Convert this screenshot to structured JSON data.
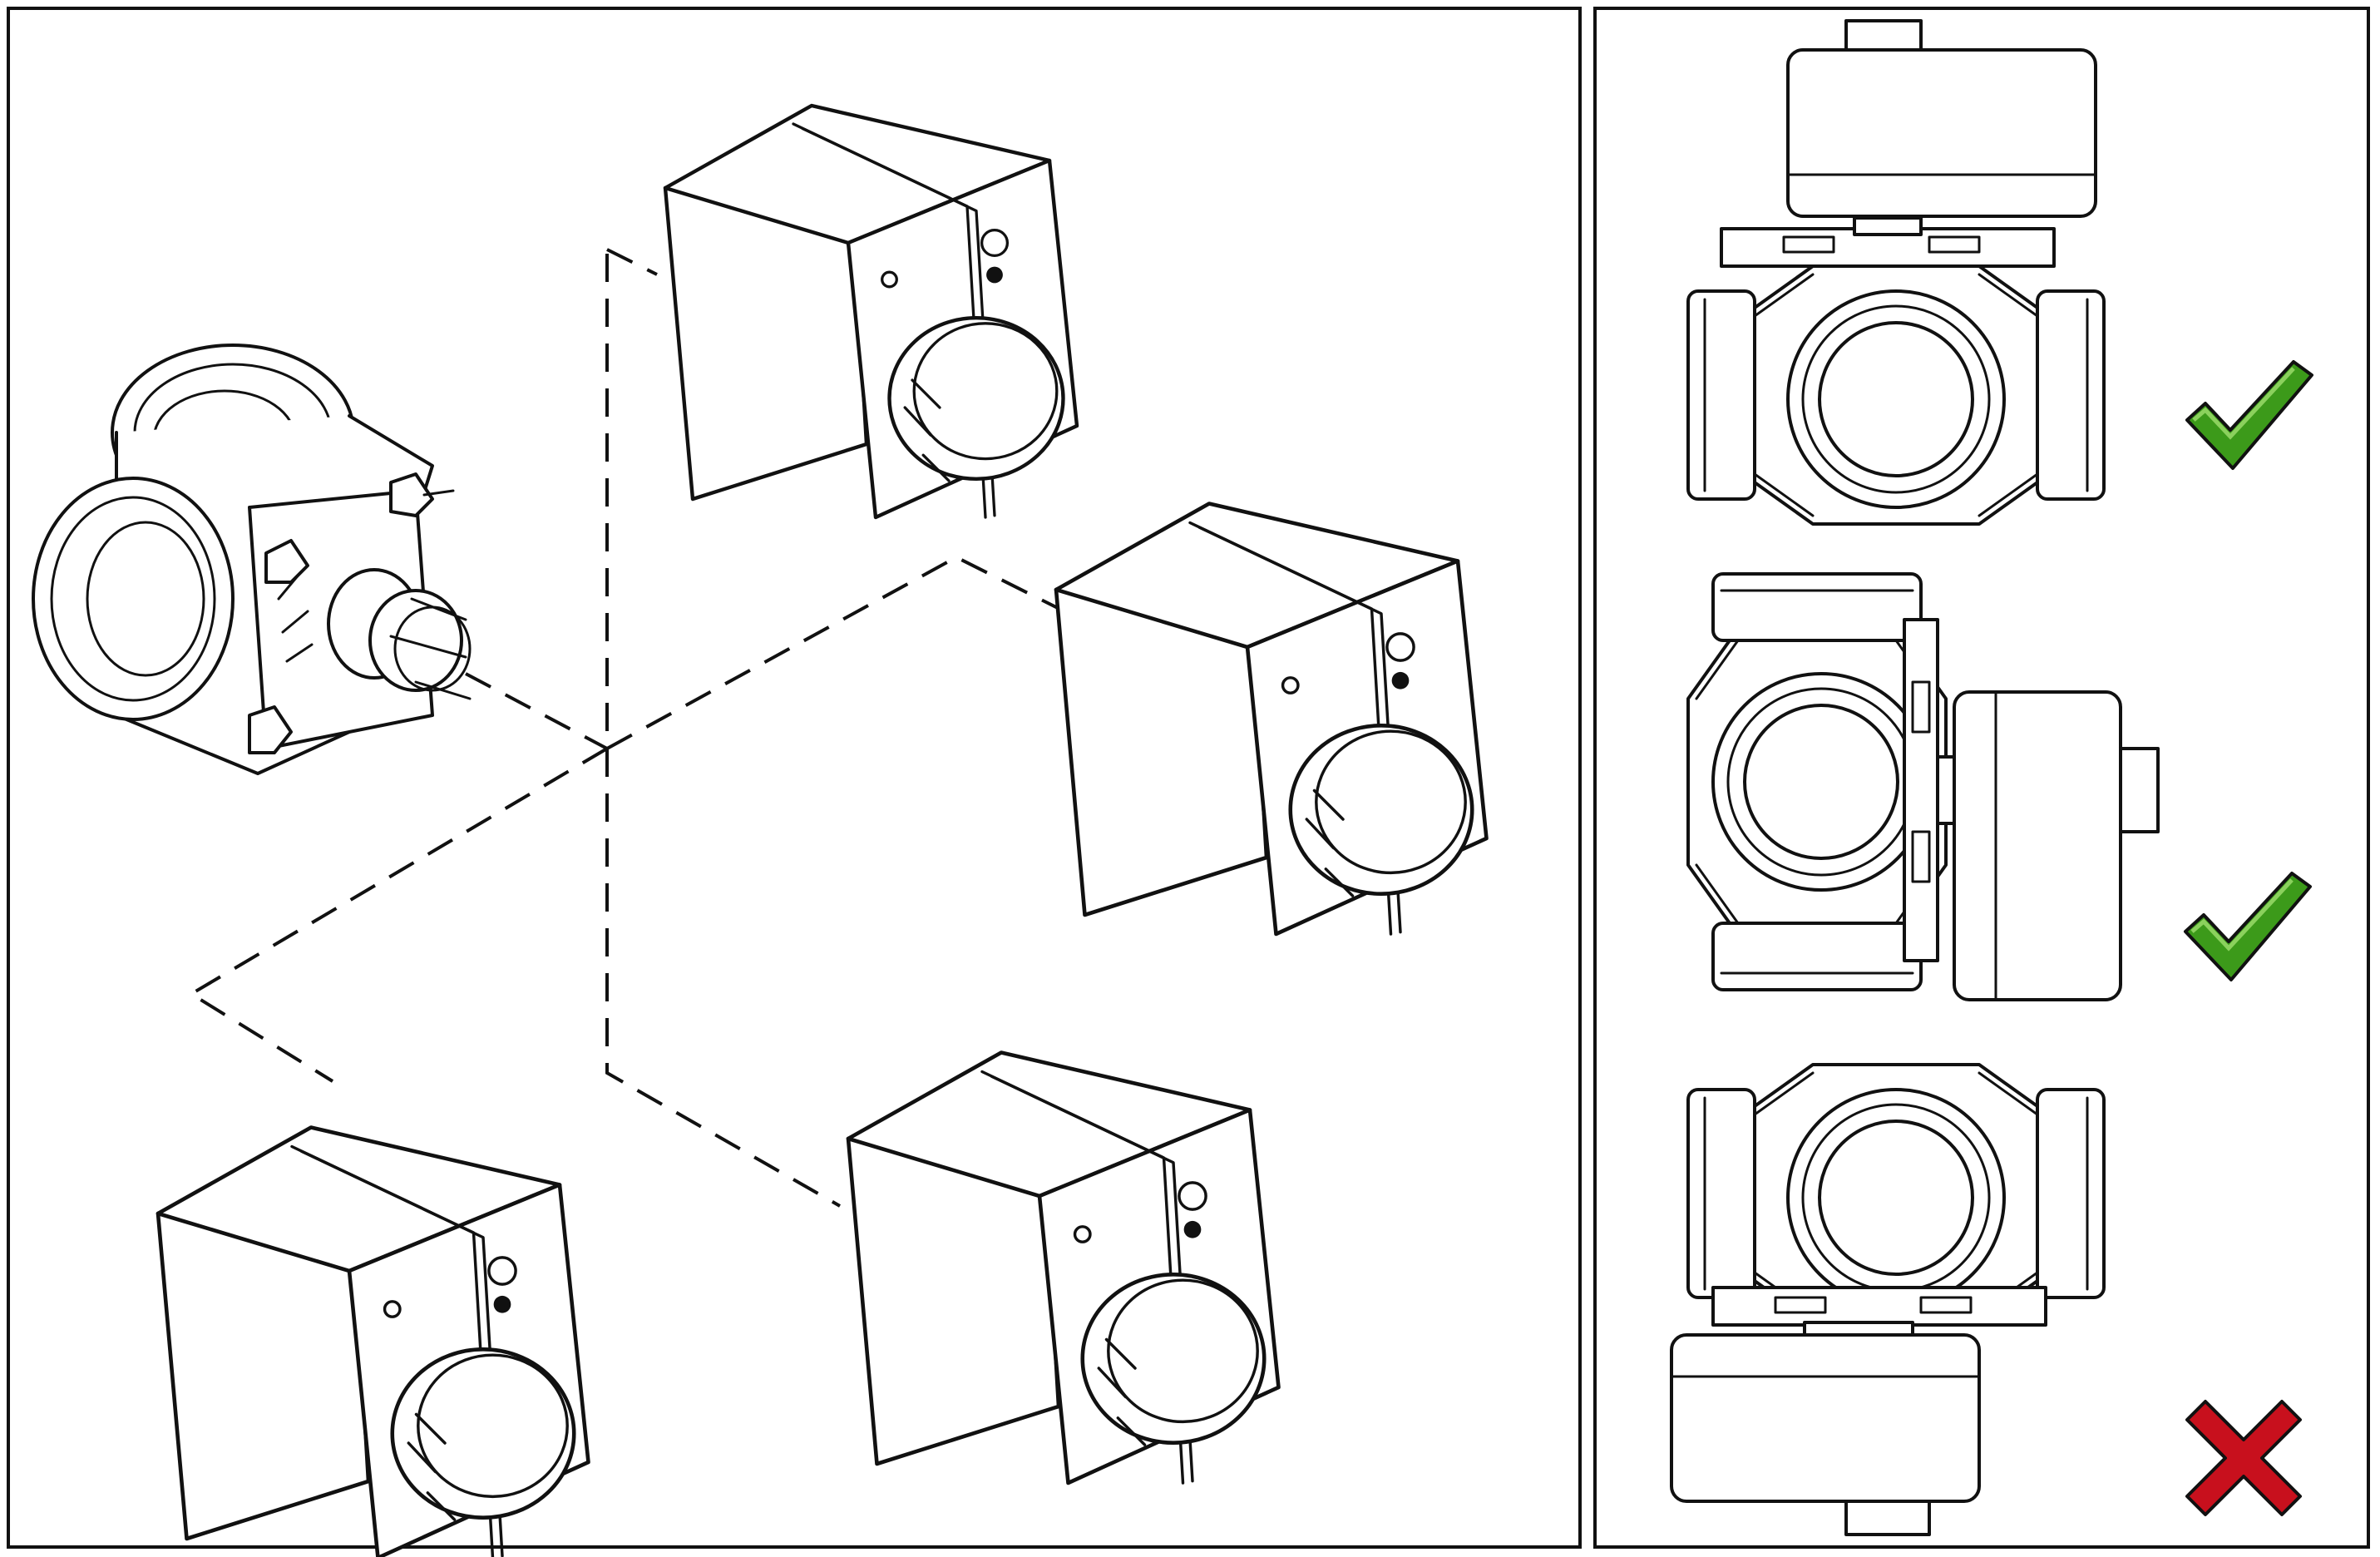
{
  "figure": {
    "left_panel": "installation-positions",
    "right_panel": "mounting-orientation-check"
  },
  "positions": [
    {
      "id": "top",
      "label": ""
    },
    {
      "id": "right",
      "label": ""
    },
    {
      "id": "bottom-left",
      "label": ""
    },
    {
      "id": "bottom-right",
      "label": ""
    }
  ],
  "orientation_checks": [
    {
      "id": "actuator-above",
      "status": "allowed",
      "mark": "check-icon",
      "color": "#3c9a1a"
    },
    {
      "id": "actuator-side",
      "status": "allowed",
      "mark": "check-icon",
      "color": "#3c9a1a"
    },
    {
      "id": "actuator-below",
      "status": "not-allowed",
      "mark": "cross-icon",
      "color": "#c8101d"
    }
  ]
}
